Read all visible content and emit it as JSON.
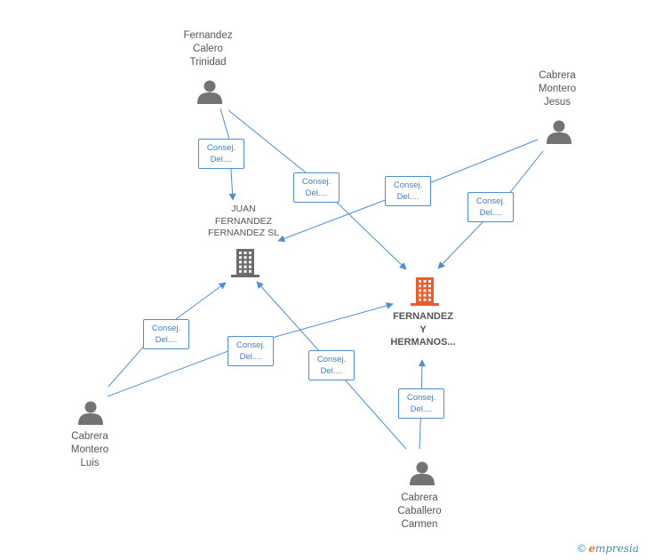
{
  "colors": {
    "edge": "#4a8fd4",
    "person": "#737373",
    "company": "#6b6b6b",
    "company_main": "#f05a28"
  },
  "persons": [
    {
      "id": "p1",
      "lines": [
        "Fernandez",
        "Calero",
        "Trinidad"
      ]
    },
    {
      "id": "p2",
      "lines": [
        "Cabrera",
        "Montero",
        "Jesus"
      ]
    },
    {
      "id": "p3",
      "lines": [
        "Cabrera",
        "Montero",
        "Luis"
      ]
    },
    {
      "id": "p4",
      "lines": [
        "Cabrera",
        "Caballero",
        "Carmen"
      ]
    }
  ],
  "companies": [
    {
      "id": "c1",
      "lines": [
        "JUAN",
        "FERNANDEZ",
        "FERNANDEZ SL"
      ],
      "icon": "building-icon"
    },
    {
      "id": "c2",
      "lines": [
        "FERNANDEZ",
        "Y",
        "HERMANOS..."
      ],
      "icon": "building-icon"
    }
  ],
  "edges": [
    {
      "from": "p1",
      "to": "c1",
      "label": [
        "Consej.",
        "Del...."
      ]
    },
    {
      "from": "p1",
      "to": "c2",
      "label": [
        "Consej.",
        "Del...."
      ]
    },
    {
      "from": "p2",
      "to": "c1",
      "label": [
        "Consej.",
        "Del...."
      ]
    },
    {
      "from": "p2",
      "to": "c2",
      "label": [
        "Consej.",
        "Del...."
      ]
    },
    {
      "from": "p3",
      "to": "c1",
      "label": [
        "Consej.",
        "Del...."
      ]
    },
    {
      "from": "p3",
      "to": "c2",
      "label": [
        "Consej.",
        "Del...."
      ]
    },
    {
      "from": "p4",
      "to": "c1",
      "label": [
        "Consej.",
        "Del...."
      ]
    },
    {
      "from": "p4",
      "to": "c2",
      "label": [
        "Consej.",
        "Del...."
      ]
    }
  ],
  "watermark": {
    "copyright": "©",
    "brand_initial": "e",
    "brand_rest": "mpresia"
  }
}
